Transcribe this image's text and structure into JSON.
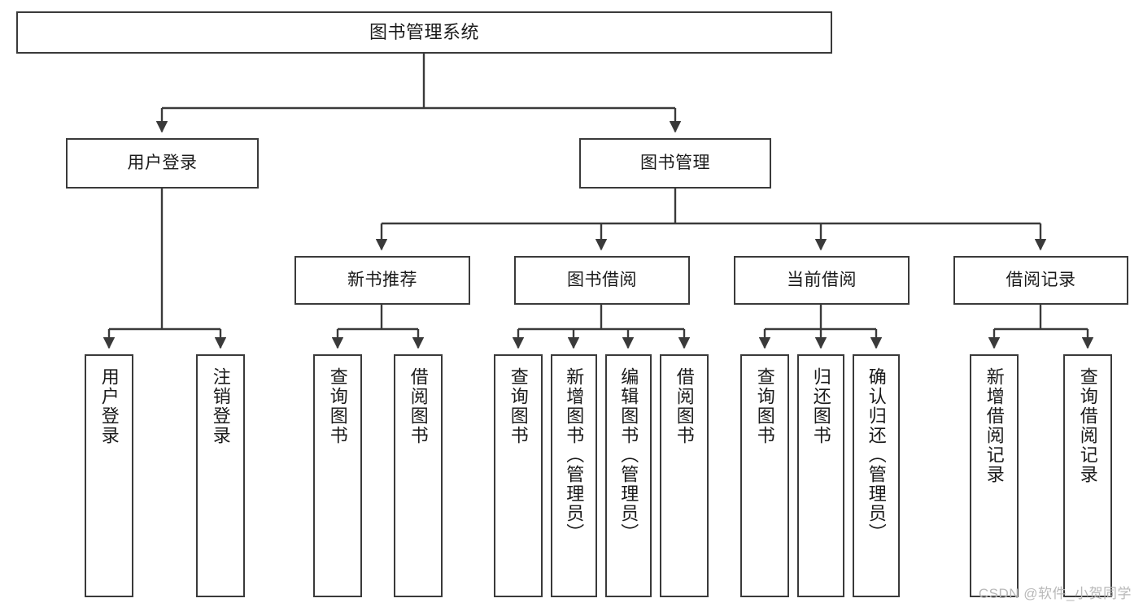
{
  "diagram": {
    "title": "图书管理系统",
    "type": "tree-hierarchy-diagram",
    "root": {
      "label": "图书管理系统"
    },
    "level2": [
      {
        "label": "用户登录"
      },
      {
        "label": "图书管理"
      }
    ],
    "level3": [
      {
        "label": "新书推荐"
      },
      {
        "label": "图书借阅"
      },
      {
        "label": "当前借阅"
      },
      {
        "label": "借阅记录"
      }
    ],
    "leaves": {
      "user_login": [
        {
          "label": "用户登录"
        },
        {
          "label": "注销登录"
        }
      ],
      "new_book_recommend": [
        {
          "label": "查询图书"
        },
        {
          "label": "借阅图书"
        }
      ],
      "book_borrow": [
        {
          "label": "查询图书"
        },
        {
          "label": "新增图书（管理员）"
        },
        {
          "label": "编辑图书（管理员）"
        },
        {
          "label": "借阅图书"
        }
      ],
      "current_borrow": [
        {
          "label": "查询图书"
        },
        {
          "label": "归还图书"
        },
        {
          "label": "确认归还（管理员）"
        }
      ],
      "borrow_record": [
        {
          "label": "新增借阅记录"
        },
        {
          "label": "查询借阅记录"
        }
      ]
    }
  },
  "watermark": {
    "text": "CSDN @软件_小贺同学"
  },
  "colors": {
    "stroke": "#3a3a3a",
    "fill": "#ffffff",
    "text": "#1a1a1a",
    "watermark": "#b8b8b8"
  }
}
